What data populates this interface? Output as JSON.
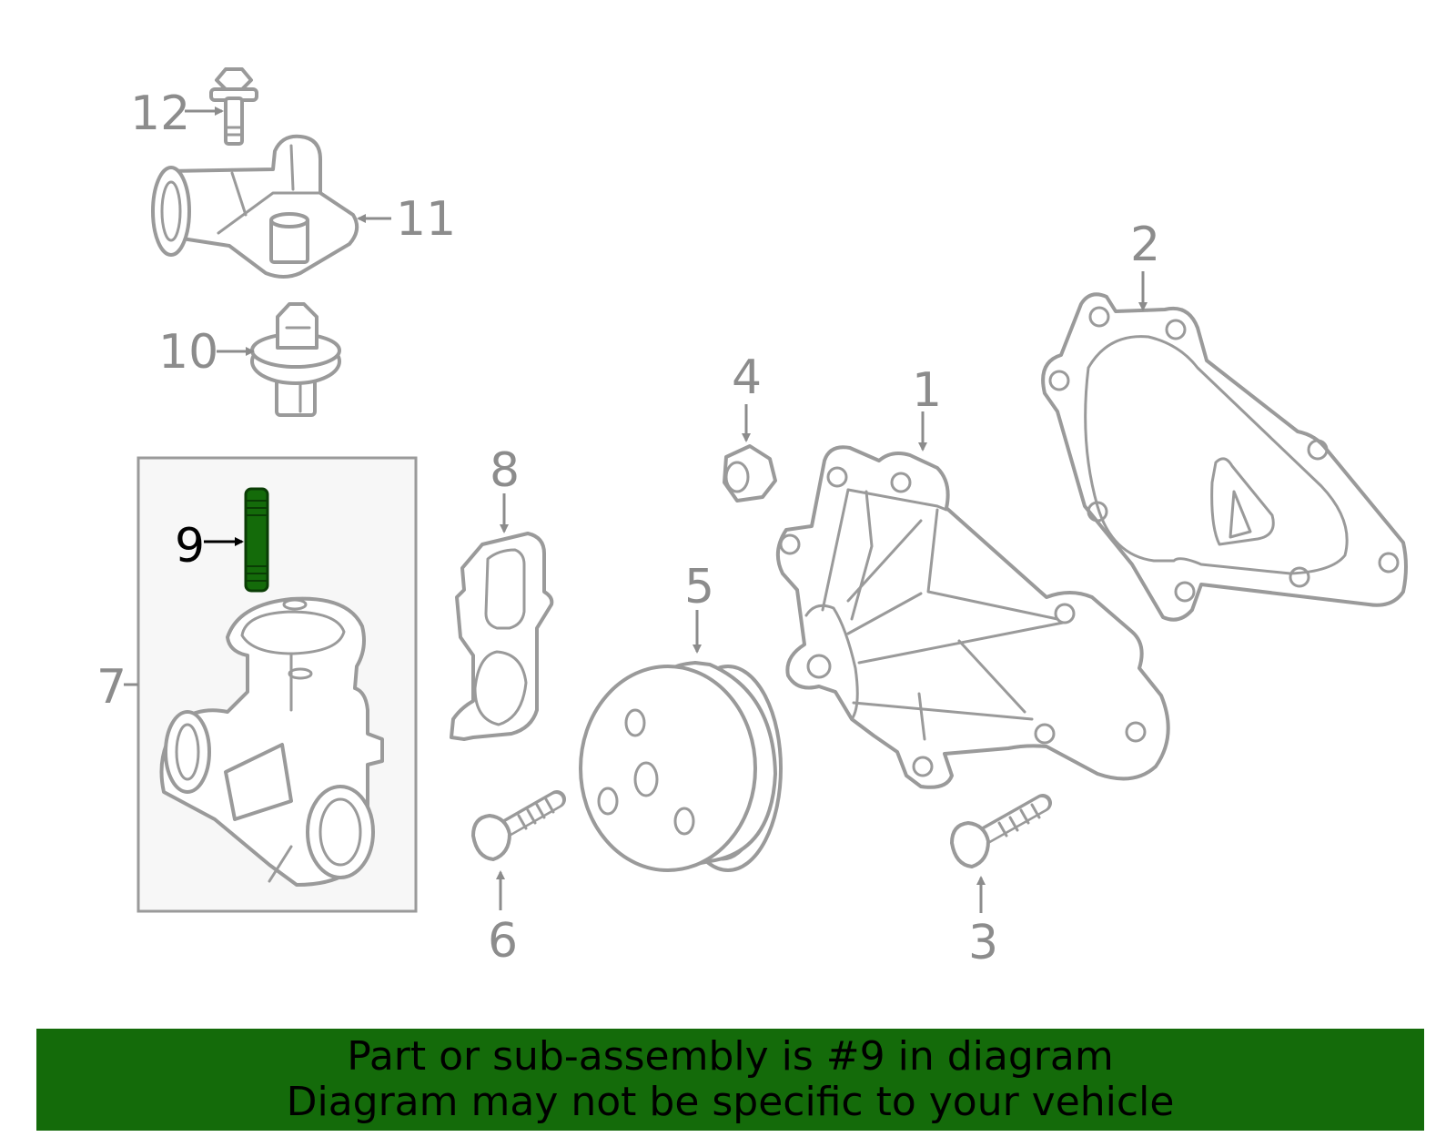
{
  "callouts": {
    "c1": "1",
    "c2": "2",
    "c3": "3",
    "c4": "4",
    "c5": "5",
    "c6": "6",
    "c7": "7",
    "c8": "8",
    "c9": "9",
    "c10": "10",
    "c11": "11",
    "c12": "12"
  },
  "highlight": {
    "part": "9",
    "color": "#146b0a"
  },
  "banner": {
    "line1": "Part or sub-assembly is #9 in diagram",
    "line2": "Diagram may not be specific to your vehicle",
    "color": "#146b0a"
  }
}
